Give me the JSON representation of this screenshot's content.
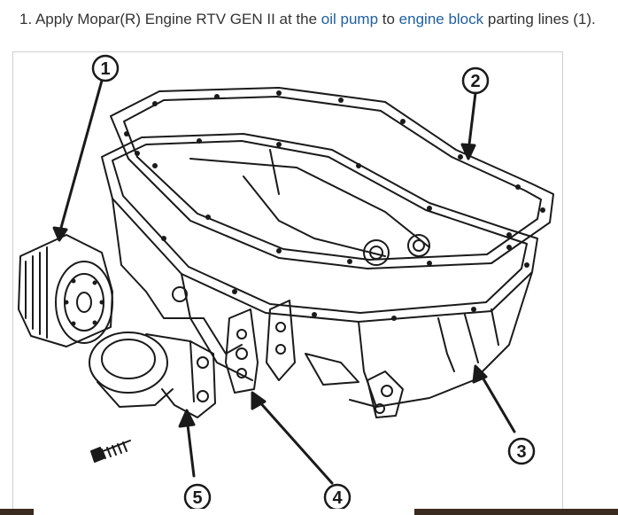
{
  "instruction": {
    "prefix": "1. Apply Mopar(R) Engine RTV GEN II at the ",
    "link_oil_pump": "oil pump",
    "middle": " to ",
    "link_engine_block": "engine block",
    "suffix": " parting lines (1).",
    "link_color": "#1f5f9e"
  },
  "figure": {
    "callouts": [
      "1",
      "2",
      "3",
      "4",
      "5"
    ]
  },
  "colors": {
    "text": "#333333",
    "bar_dark": "#3a2b20"
  }
}
